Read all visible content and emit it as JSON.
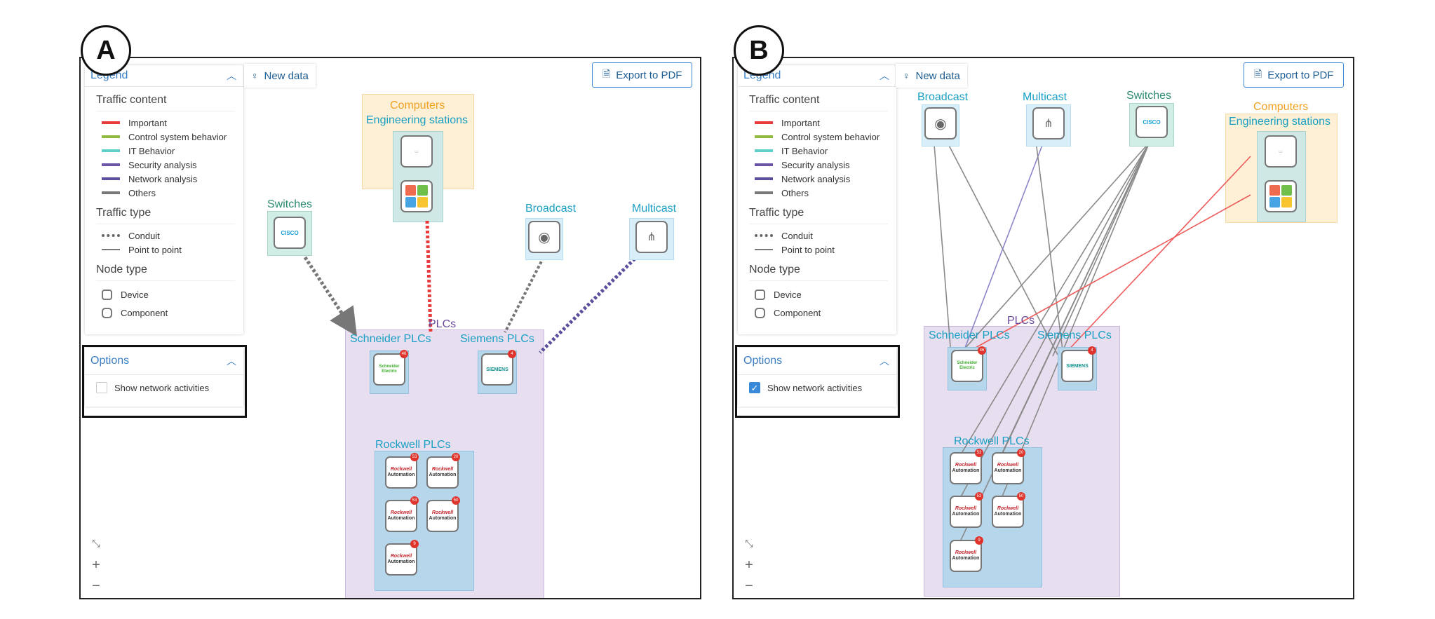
{
  "panels": [
    {
      "label": "A",
      "show_network_activities": false
    },
    {
      "label": "B",
      "show_network_activities": true
    }
  ],
  "toolbar": {
    "new_data": "New data",
    "export_pdf": "Export to PDF"
  },
  "legend": {
    "title": "Legend",
    "traffic_content_title": "Traffic content",
    "traffic_content": [
      {
        "label": "Important",
        "color": "#e8393b"
      },
      {
        "label": "Control system behavior",
        "color": "#8fba3f"
      },
      {
        "label": "IT Behavior",
        "color": "#5fcfca"
      },
      {
        "label": "Security analysis",
        "color": "#6b53a8"
      },
      {
        "label": "Network analysis",
        "color": "#5a4f9c"
      },
      {
        "label": "Others",
        "color": "#777777"
      }
    ],
    "traffic_type_title": "Traffic type",
    "traffic_type": [
      "Conduit",
      "Point to point"
    ],
    "node_type_title": "Node type",
    "node_type": [
      "Device",
      "Component"
    ]
  },
  "options": {
    "title": "Options",
    "show_network_activities_label": "Show network activities"
  },
  "groups": {
    "computers": "Computers",
    "engineering": "Engineering stations",
    "switches": "Switches",
    "broadcast": "Broadcast",
    "multicast": "Multicast",
    "plcs": "PLCs",
    "schneider": "Schneider PLCs",
    "siemens": "Siemens PLCs",
    "rockwell": "Rockwell PLCs"
  },
  "node_text": {
    "schneider_logo": "Schneider Electric",
    "siemens_logo": "SIEMENS",
    "cisco_logo": "CISCO",
    "rockwell_logo_1": "Rockwell",
    "rockwell_logo_2": "Automation"
  },
  "badges": {
    "schneider": "46",
    "siemens": "4",
    "rockwell": [
      "53",
      "20",
      "53",
      "50",
      "9"
    ]
  },
  "colors": {
    "accent": "#3a88d8",
    "conduit_important": "#e8393b",
    "conduit_other": "#777777",
    "conduit_security": "#5a4f9c",
    "p2p_gray": "#8a8a8a",
    "p2p_purple": "#8b86c9",
    "p2p_red": "#ee5a5a"
  }
}
